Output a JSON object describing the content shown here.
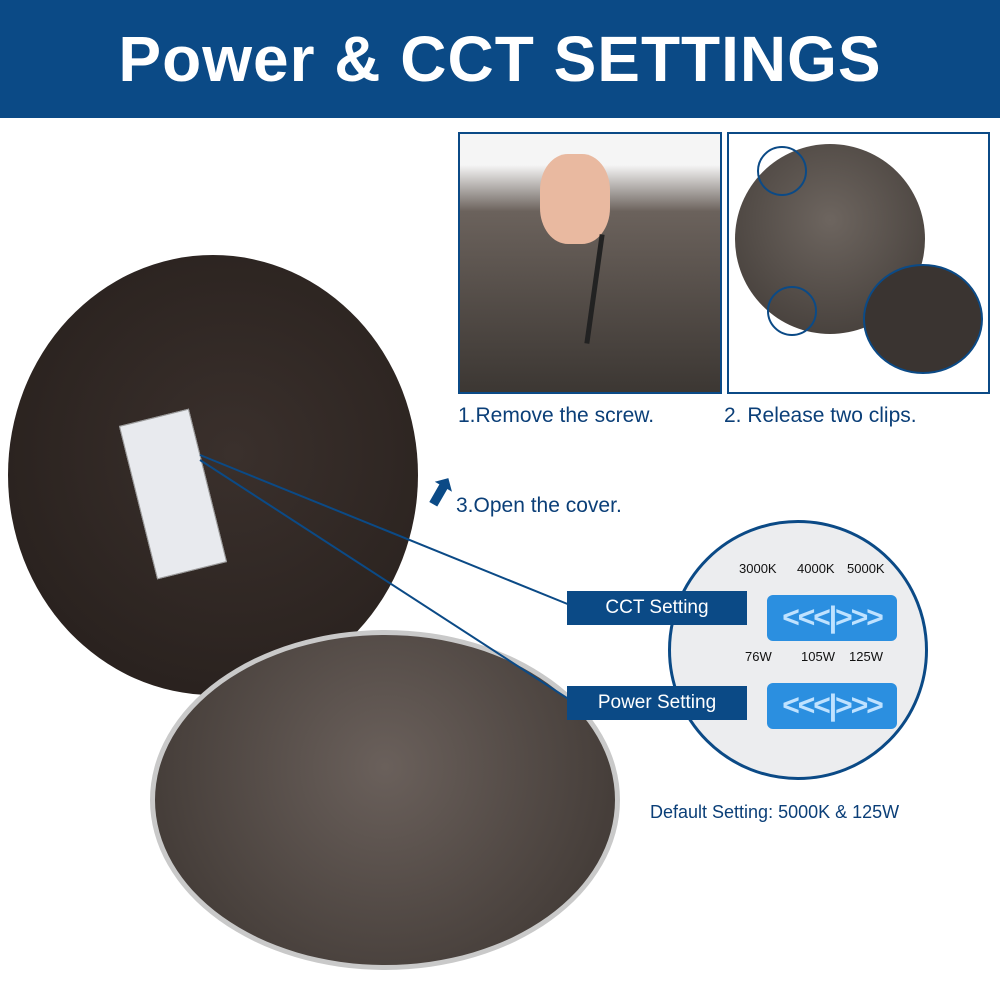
{
  "header": {
    "title": "Power & CCT SETTINGS"
  },
  "steps": [
    {
      "label": "1.Remove the screw."
    },
    {
      "label": "2. Release two clips."
    },
    {
      "label": "3.Open the cover."
    }
  ],
  "callouts": {
    "cct": "CCT Setting",
    "power": "Power Setting"
  },
  "cct_options": [
    "3000K",
    "4000K",
    "5000K"
  ],
  "power_options": [
    "76W",
    "105W",
    "125W"
  ],
  "default_setting": "Default Setting: 5000K & 125W",
  "colors": {
    "brand": "#0b4a86",
    "switch": "#2b8fe0"
  }
}
